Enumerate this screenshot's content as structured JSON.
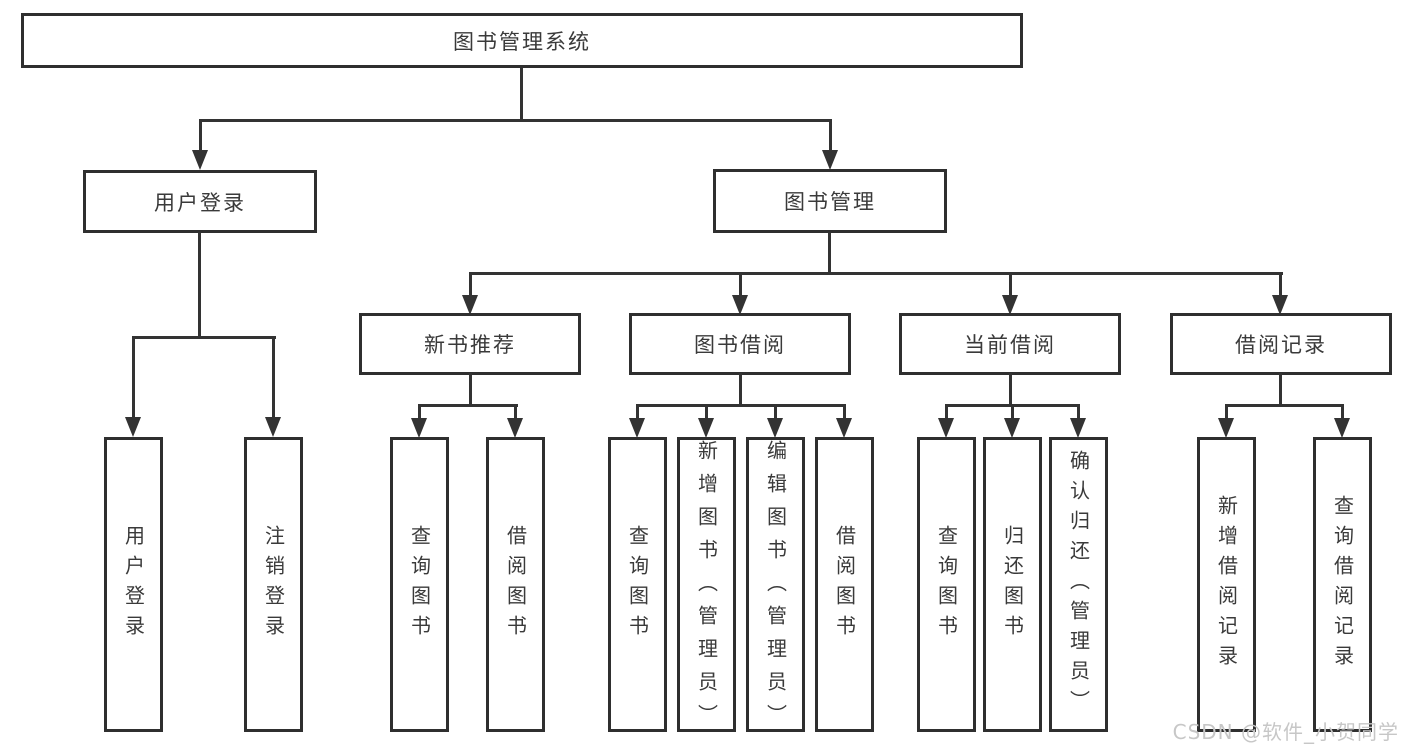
{
  "diagram": {
    "root": {
      "label": "图书管理系统"
    },
    "level2": {
      "user_login": {
        "label": "用户登录"
      },
      "book_mgmt": {
        "label": "图书管理"
      }
    },
    "level3": {
      "new_books": {
        "label": "新书推荐"
      },
      "book_borrow": {
        "label": "图书借阅"
      },
      "current_borrow": {
        "label": "当前借阅"
      },
      "borrow_records": {
        "label": "借阅记录"
      }
    },
    "leaves": {
      "login": "用户登录",
      "logout": "注销登录",
      "nb_query": "查询图书",
      "nb_borrow": "借阅图书",
      "bb_query": "查询图书",
      "bb_add": "新增图书（管理员）",
      "bb_edit": "编辑图书（管理员）",
      "bb_borrow": "借阅图书",
      "cb_query": "查询图书",
      "cb_return": "归还图书",
      "cb_confirm": "确认归还（管理员）",
      "br_add": "新增借阅记录",
      "br_query": "查询借阅记录"
    },
    "watermark": "CSDN @软件_小贺同学",
    "colors": {
      "line": "#333333",
      "text": "#3a3a3a",
      "background": "#ffffff",
      "watermark": "#c7c7c7"
    }
  }
}
